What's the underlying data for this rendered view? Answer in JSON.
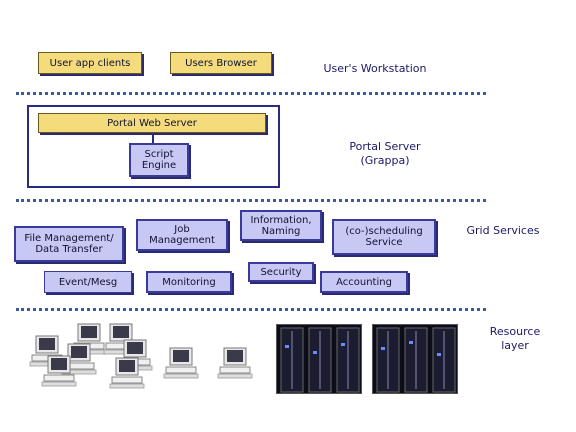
{
  "workstation": {
    "label": "User's Workstation",
    "boxes": [
      "User app clients",
      "Users Browser"
    ]
  },
  "portal": {
    "label": "Portal Server\n(Grappa)",
    "web_server": "Portal Web Server",
    "script_engine": "Script\nEngine"
  },
  "grid": {
    "label": "Grid Services",
    "file_mgmt": "File Management/\nData Transfer",
    "job_mgmt": "Job\nManagement",
    "info_naming": "Information,\nNaming",
    "coscheduling": "(co-)scheduling\nService",
    "event": "Event/Mesg",
    "monitoring": "Monitoring",
    "security": "Security",
    "accounting": "Accounting"
  },
  "resource": {
    "label": "Resource\nlayer"
  },
  "colors": {
    "yellow_box": "#f4dc7c",
    "blue_box": "#c8c8f4",
    "border": "#3a3a9c",
    "dotted_line": "#3a5aa0",
    "text": "#1a1a66"
  }
}
